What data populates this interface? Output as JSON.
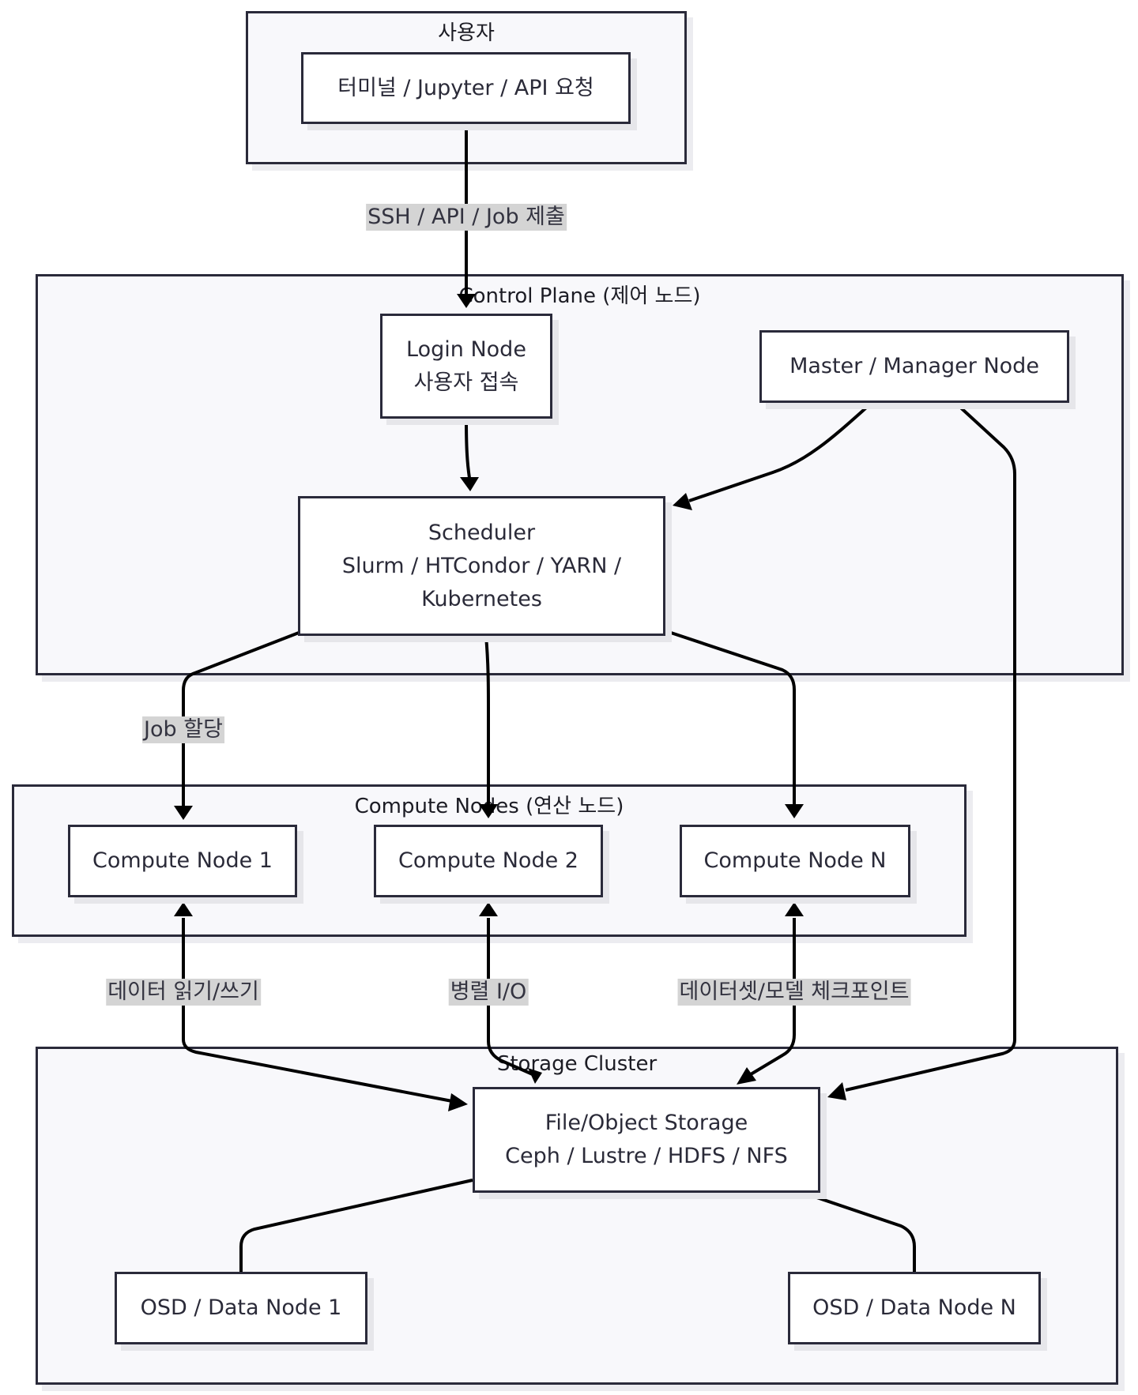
{
  "groups": {
    "user": "사용자",
    "control": "Control Plane (제어 노드)",
    "compute": "Compute Nodes (연산 노드)",
    "storage": "Storage Cluster"
  },
  "nodes": {
    "client": "터미널 / Jupyter / API 요청",
    "login": [
      "Login Node",
      "사용자 접속"
    ],
    "master": "Master / Manager Node",
    "scheduler": [
      "Scheduler",
      "Slurm / HTCondor / YARN /",
      "Kubernetes"
    ],
    "compute1": "Compute Node 1",
    "compute2": "Compute Node 2",
    "computeN": "Compute Node N",
    "storage": [
      "File/Object Storage",
      "Ceph / Lustre / HDFS / NFS"
    ],
    "osd1": "OSD / Data Node 1",
    "osdN": "OSD / Data Node N"
  },
  "edge_labels": {
    "submit": "SSH / API / Job 제출",
    "assign": "Job 할당",
    "readwrite": "데이터 읽기/쓰기",
    "parallel_io": "병렬 I/O",
    "checkpoint": "데이터셋/모델 체크포인트"
  }
}
